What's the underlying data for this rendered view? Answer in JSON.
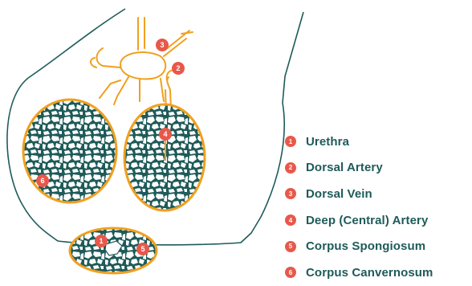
{
  "colors": {
    "outline": "#1e5b59",
    "tissue": "#1e5b59",
    "vessel": "#f0a01f",
    "marker": "#e8584a",
    "label": "#1e5b59"
  },
  "markers": [
    "1",
    "2",
    "3",
    "4",
    "5",
    "6"
  ],
  "legend": [
    {
      "number": "1",
      "label": "Urethra"
    },
    {
      "number": "2",
      "label": "Dorsal Artery"
    },
    {
      "number": "3",
      "label": "Dorsal Vein"
    },
    {
      "number": "4",
      "label": "Deep (Central) Artery"
    },
    {
      "number": "5",
      "label": "Corpus Spongiosum"
    },
    {
      "number": "6",
      "label": "Corpus Canvernosum"
    }
  ]
}
